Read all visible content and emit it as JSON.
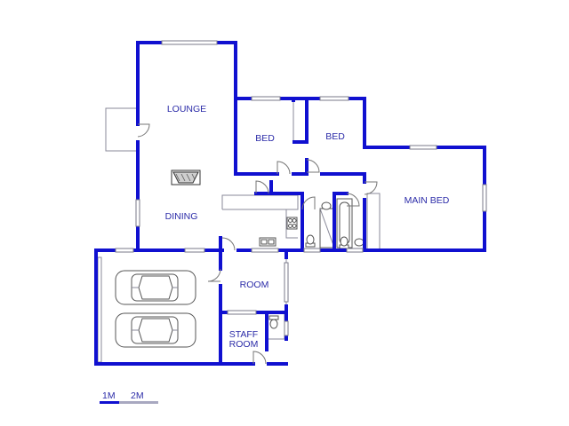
{
  "rooms": {
    "lounge": "LOUNGE",
    "dining": "DINING",
    "bed1": "BED",
    "bed2": "BED",
    "main_bed": "MAIN BED",
    "room": "ROOM",
    "staff_line1": "STAFF",
    "staff_line2": "ROOM"
  },
  "scale": {
    "label_1m": "1M",
    "label_2m": "2M"
  },
  "colors": {
    "wall": "#1010d0",
    "label": "#2b2ba8",
    "scale_bar_1": "#1010d0",
    "scale_bar_2": "#a8a8c0"
  }
}
